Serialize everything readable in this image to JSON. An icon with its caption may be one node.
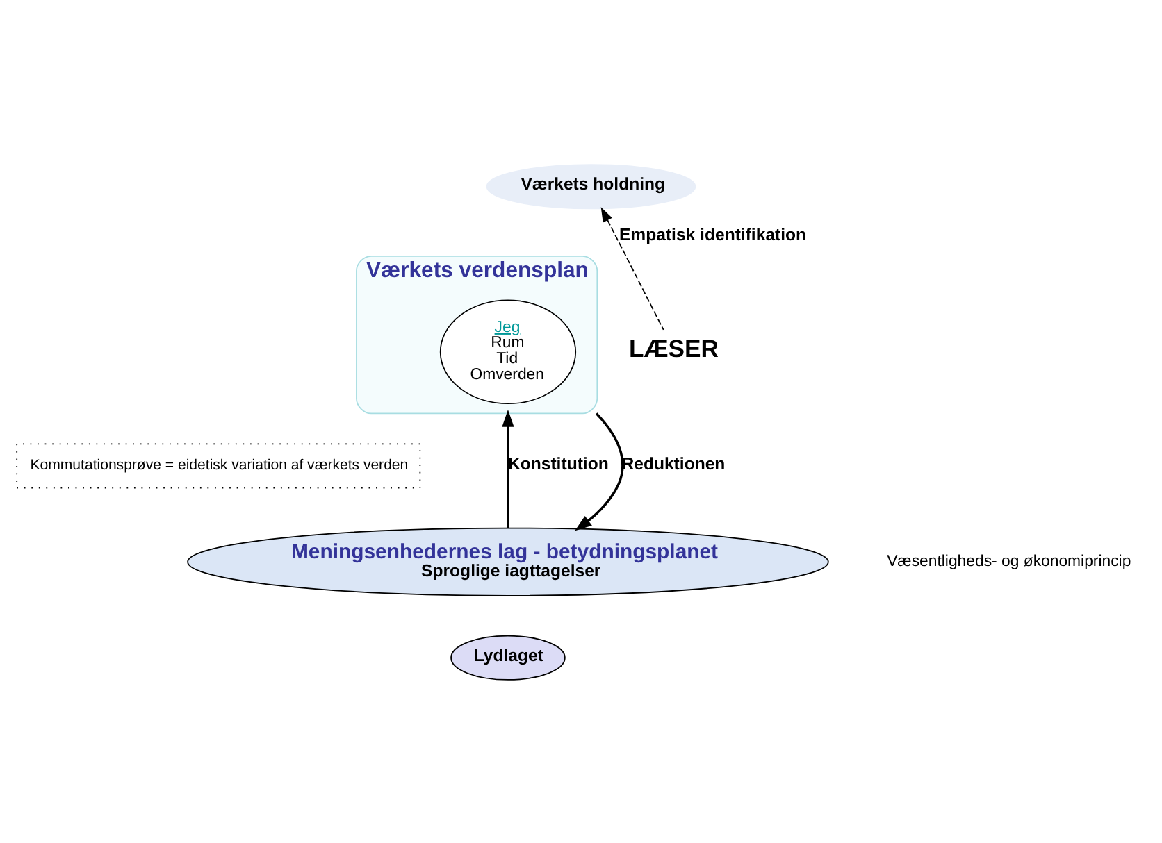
{
  "diagram": {
    "nodes": [
      {
        "text": [
          "Værkets holdning"
        ]
      },
      {
        "text": [
          "Værkets verdensplan"
        ]
      },
      {
        "text": [
          "Jeg",
          "Rum",
          "Tid",
          "Omverden"
        ],
        "in": 1
      },
      {
        "text": [
          "LÆSER"
        ]
      },
      {
        "text": [
          "Kommutationsprøve = eidetisk variation af værkets verden"
        ]
      },
      {
        "text": [
          "Meningsenhedernes lag - betydningsplanet",
          "Sproglige iagttagelser"
        ]
      },
      {
        "text": [
          "Lydlaget"
        ]
      }
    ],
    "edges": [
      {
        "from": 3,
        "to": 0,
        "arrow": "to",
        "style": "dashed",
        "label": "Empatisk identifikation"
      },
      {
        "from": 5,
        "to": 1,
        "arrow": "to",
        "label": "Konstitution"
      },
      {
        "from": 1,
        "to": 5,
        "arrow": "to",
        "label": "Reduktionen"
      }
    ],
    "labels": [
      "Væsentligheds- og økonomiprincip"
    ]
  }
}
